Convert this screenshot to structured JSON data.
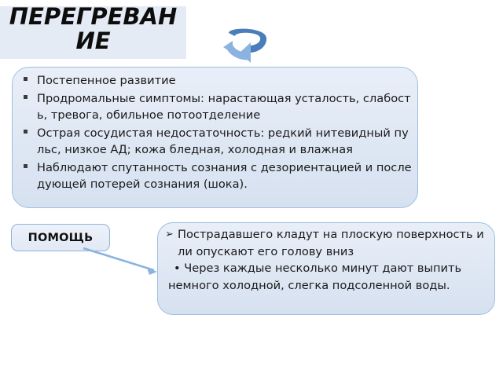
{
  "slide": {
    "title": "ПЕРЕГРЕВАНИЕ",
    "background_color": "#ffffff",
    "title_band_color": "#e4ebf5",
    "box_fill_color": "#dde6f3",
    "box_border_color": "#9ebfe0",
    "arrow_dark_color": "#4a7ebb",
    "arrow_light_color": "#8cb3e0",
    "connector_color": "#8cb3e0"
  },
  "rotate_arrow": {
    "icon": "circular-arrow-left-icon"
  },
  "symptoms_box": {
    "bullets": [
      "Постепенное развитие",
      "Продромальные симптомы: нарастающая усталость, слабость, тревога, обильное потоотделение",
      " Острая сосудистая недостаточность: редкий нитевидный пульс, низкое АД; кожа бледная, холодная и влажная",
      " Наблюдают спутанность сознания с дезориентацией и последующей потерей сознания (шока)."
    ],
    "bullet_glyph": "square-bullet-icon"
  },
  "help_label_box": {
    "label": "ПОМОЩЬ"
  },
  "connector": {
    "icon": "diagonal-arrow-icon"
  },
  "help_actions_box": {
    "lines": [
      {
        "bullet": "➢",
        "bullet_name": "arrow-bullet-icon",
        "text": "Пострадавшего кладут на плоскую поверхность или опускают его голову вниз"
      },
      {
        "bullet": "•",
        "bullet_name": "dot-bullet-icon",
        "text": "Через каждые несколько минут дают выпить"
      },
      {
        "bullet": "",
        "bullet_name": "none",
        "text": " немного холодной, слегка подсоленной воды."
      }
    ]
  }
}
